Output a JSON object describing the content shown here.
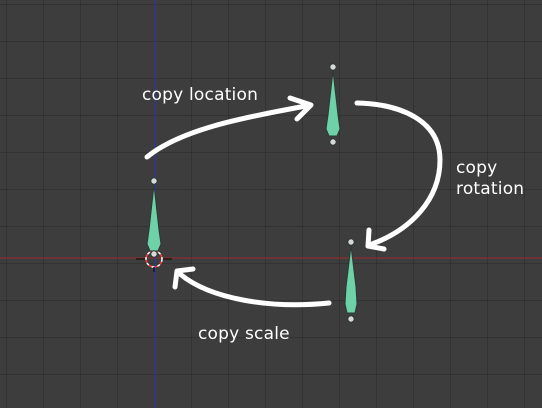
{
  "labels": {
    "copy_location": "copy location",
    "copy_rotation_line1": "copy",
    "copy_rotation_line2": "rotation",
    "copy_scale": "copy scale"
  },
  "colors": {
    "background": "#3d3d3d",
    "grid_line": "#353535",
    "x_axis": "#8a2f2f",
    "y_axis": "#2f3aa8",
    "bone_fill": "#6fd1a8",
    "bone_outline": "#2a3a35",
    "arrow": "#ffffff",
    "cursor_ring_red": "#ff3a3a",
    "cursor_ring_white": "#ffffff"
  },
  "icons": {
    "bone": "bone-icon",
    "arrow": "curved-arrow-icon",
    "cursor": "3d-cursor-icon"
  }
}
